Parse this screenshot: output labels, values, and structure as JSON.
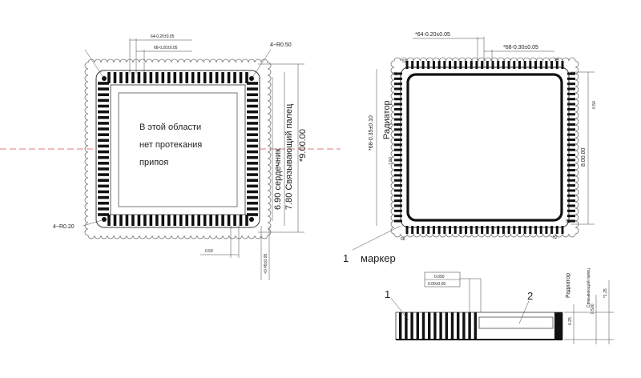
{
  "left_view": {
    "dim_pitch_1": "64-0.20±0.05",
    "dim_pitch_2": "68-0.20±0.05",
    "corner_radius_top": "4−R0.50",
    "corner_radius_bottom": "4−R0.20",
    "note_line1": "В этой области",
    "note_line2": "нет протекания",
    "note_line3": "припоя",
    "dim_core": "6.90 сердечник",
    "dim_finger": "7.80 Связывающий палец",
    "dim_outer": "*9.00.00",
    "dim_bottom": "0.50",
    "dim_right_small": "×0.45±0.05"
  },
  "right_view": {
    "dim_pitch_1": "*64-0.20±0.05",
    "dim_pitch_2": "*68-0.30±0.05",
    "dim_left_vertical": "*68-0.35±0.10",
    "radiator_label": "Радиатор",
    "dim_left_small": "7.60",
    "dim_right_vertical": "8.00.00",
    "dim_right_small": "0.50",
    "pin_top_left": "52",
    "pin_top_left2": "51",
    "pin_top_right": "34",
    "pin_right_top": "35",
    "pin_right_bottom": "51",
    "pin_bottom_left": "68",
    "pin_bottom_right": "52",
    "marker_number": "1",
    "marker_label": "маркер"
  },
  "side_view": {
    "tolerance_1": "0.050",
    "tolerance_2": "0.00±0.05",
    "callout_1": "1",
    "callout_2": "2",
    "radiator_label": "Радиатор",
    "finger_label": "Связывающий палец",
    "dim_025": "0.25",
    "dim_0500": "0.500",
    "dim_125": "*1.25"
  }
}
